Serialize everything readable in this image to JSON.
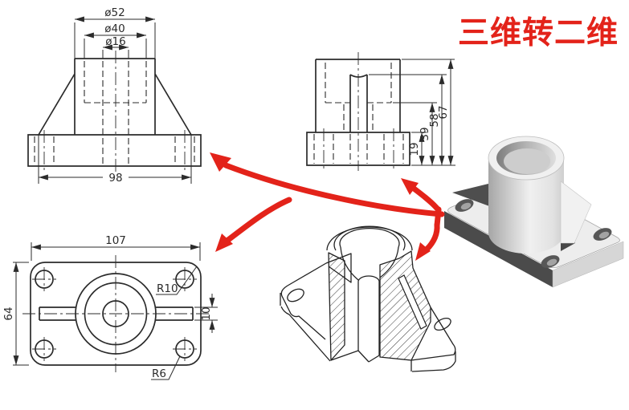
{
  "title": {
    "text": "三维转二维"
  },
  "colors": {
    "annotation_red": "#e3231a",
    "line_black": "#2b2b2b",
    "background": "#ffffff"
  },
  "front_view": {
    "label": "front-orthographic-view",
    "dims": {
      "dia_outer": "ø52",
      "dia_mid": "ø40",
      "dia_hole": "ø16",
      "base_width": "98"
    }
  },
  "side_view": {
    "label": "side-orthographic-view",
    "dims": {
      "base_height": "19",
      "counterbore_height": "39",
      "slot_top_height": "58",
      "total_height": "67"
    }
  },
  "top_view": {
    "label": "top-orthographic-view",
    "dims": {
      "plate_width": "107",
      "plate_depth": "64",
      "corner_radius": "R10",
      "slot_width": "10",
      "hole_radius": "R6"
    }
  }
}
